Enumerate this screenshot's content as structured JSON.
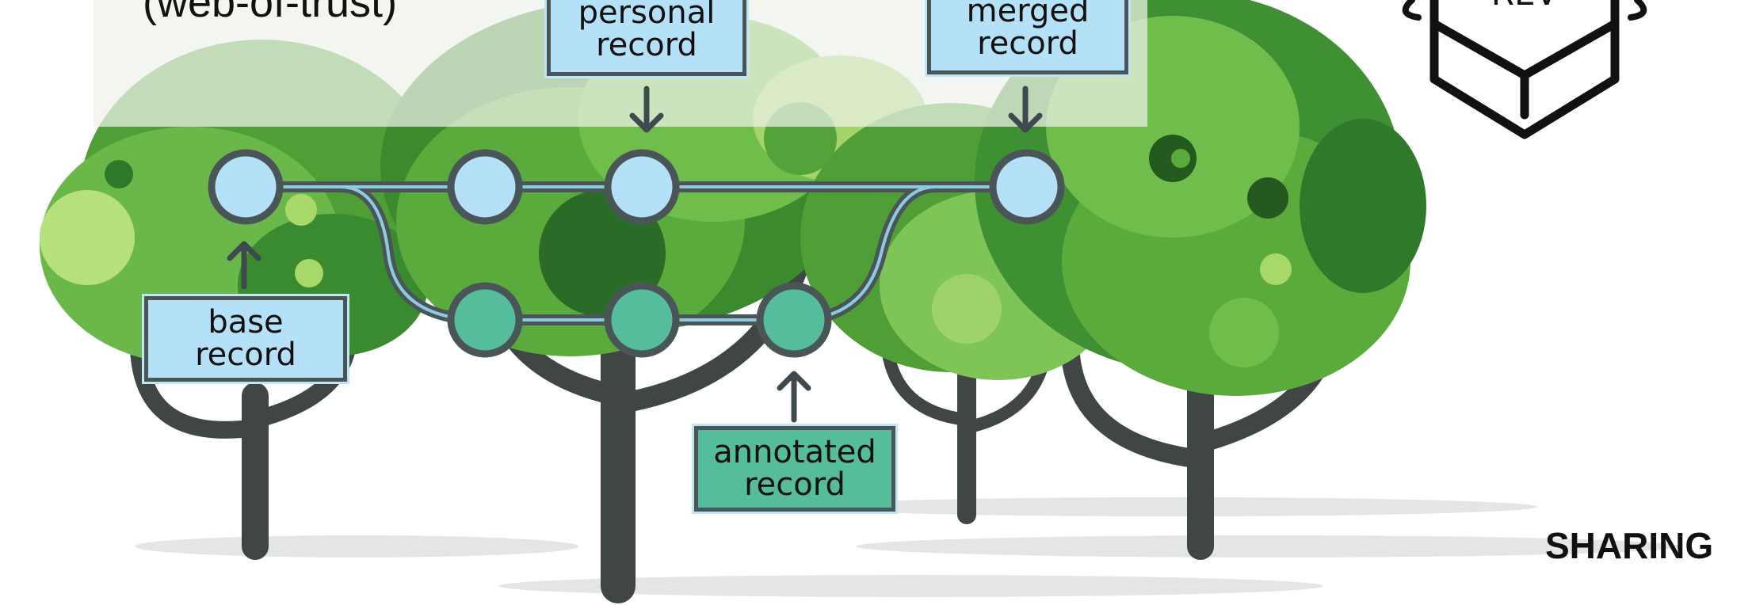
{
  "caption": "(web-of-trust)",
  "labels": {
    "personal": [
      "personal",
      "record"
    ],
    "merged": [
      "merged",
      "record"
    ],
    "base": [
      "base",
      "record"
    ],
    "annotated": [
      "annotated",
      "record"
    ]
  },
  "logo_text": "REV",
  "side_label": "SHARING",
  "colors": {
    "main_node": "#b4e0f8",
    "branch_node": "#55bd9c",
    "edge": "#4a5558",
    "trunk": "#3f4643",
    "foliage_dark": "#2f7a2a",
    "foliage_mid": "#5cae3b",
    "foliage_light": "#a9d86a"
  }
}
